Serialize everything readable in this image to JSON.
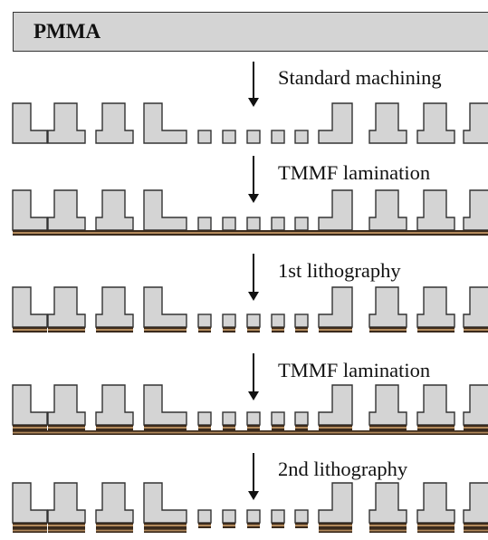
{
  "material_label": "PMMA",
  "steps": [
    {
      "label": "Standard machining",
      "film": "none"
    },
    {
      "label": "TMMF lamination",
      "film": "full"
    },
    {
      "label": "1st lithography",
      "film": "patterned"
    },
    {
      "label": "TMMF lamination",
      "film": "patterned_plus_full"
    },
    {
      "label": "2nd lithography",
      "film": "patterned_two_layers"
    }
  ],
  "colors": {
    "pmma_fill": "#d4d4d4",
    "outline": "#333333",
    "film_dark": "#3a2a1c",
    "film_light": "#b38a5c",
    "arrow": "#111111"
  }
}
